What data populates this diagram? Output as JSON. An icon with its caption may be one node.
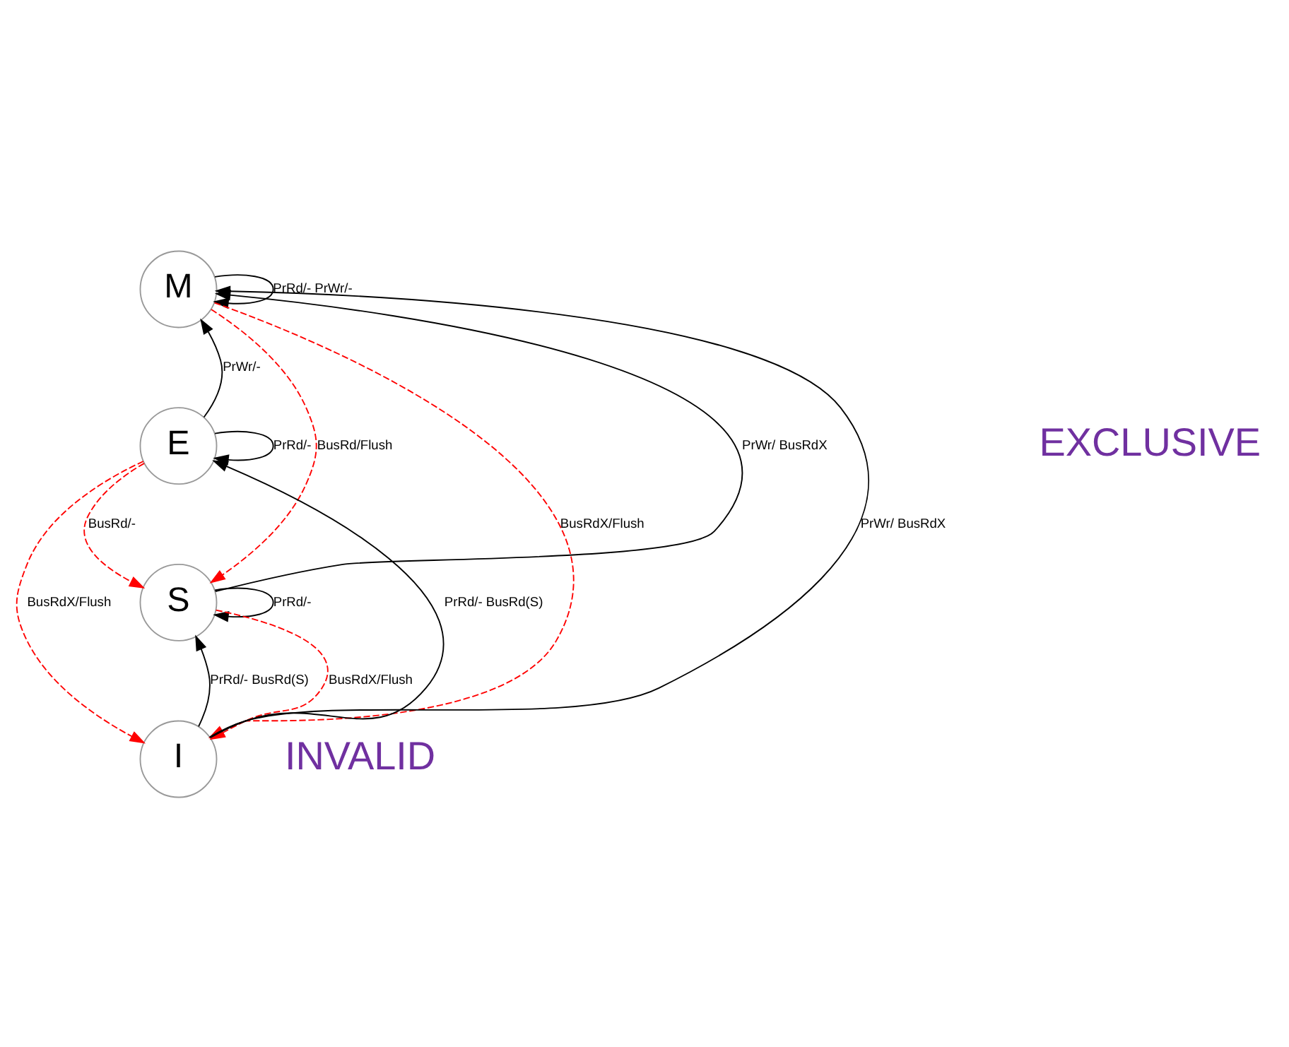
{
  "diagram": {
    "nodes": [
      {
        "text": [
          "M"
        ]
      },
      {
        "text": [
          "E"
        ]
      },
      {
        "text": [
          "S"
        ]
      },
      {
        "text": [
          "I"
        ]
      }
    ],
    "edges": [
      {
        "from": 0,
        "to": 0,
        "arrow": "to",
        "label": "PrRd/- PrWr/-"
      },
      {
        "from": 1,
        "to": 0,
        "arrow": "to",
        "label": "PrWr/-"
      },
      {
        "from": 2,
        "to": 0,
        "arrow": "to",
        "label": "PrWr/ BusRdX"
      },
      {
        "from": 3,
        "to": 0,
        "arrow": "to",
        "label": "PrWr/ BusRdX"
      },
      {
        "from": 1,
        "to": 1,
        "arrow": "to",
        "label": "PrRd/-"
      },
      {
        "from": 3,
        "to": 1,
        "arrow": "to",
        "label": "PrRd/- BusRd(S)"
      },
      {
        "from": 2,
        "to": 2,
        "arrow": "to",
        "label": "PrRd/-"
      },
      {
        "from": 3,
        "to": 2,
        "arrow": "to",
        "label": "PrRd/- BusRd(S)"
      },
      {
        "from": 0,
        "to": 2,
        "arrow": "to",
        "label": "BusRd/Flush",
        "style": "dashed",
        "color": "#ff0000"
      },
      {
        "from": 0,
        "to": 3,
        "arrow": "to",
        "label": "BusRdX/Flush",
        "style": "dashed",
        "color": "#ff0000"
      },
      {
        "from": 1,
        "to": 2,
        "arrow": "to",
        "label": "BusRd/-",
        "style": "dashed",
        "color": "#ff0000"
      },
      {
        "from": 1,
        "to": 3,
        "arrow": "to",
        "label": "BusRdX/Flush",
        "style": "dashed",
        "color": "#ff0000"
      },
      {
        "from": 2,
        "to": 3,
        "arrow": "to",
        "label": "BusRdX/Flush",
        "style": "dashed",
        "color": "#ff0000"
      }
    ],
    "labels": [
      "EXCLUSIVE",
      "INVALID"
    ]
  }
}
